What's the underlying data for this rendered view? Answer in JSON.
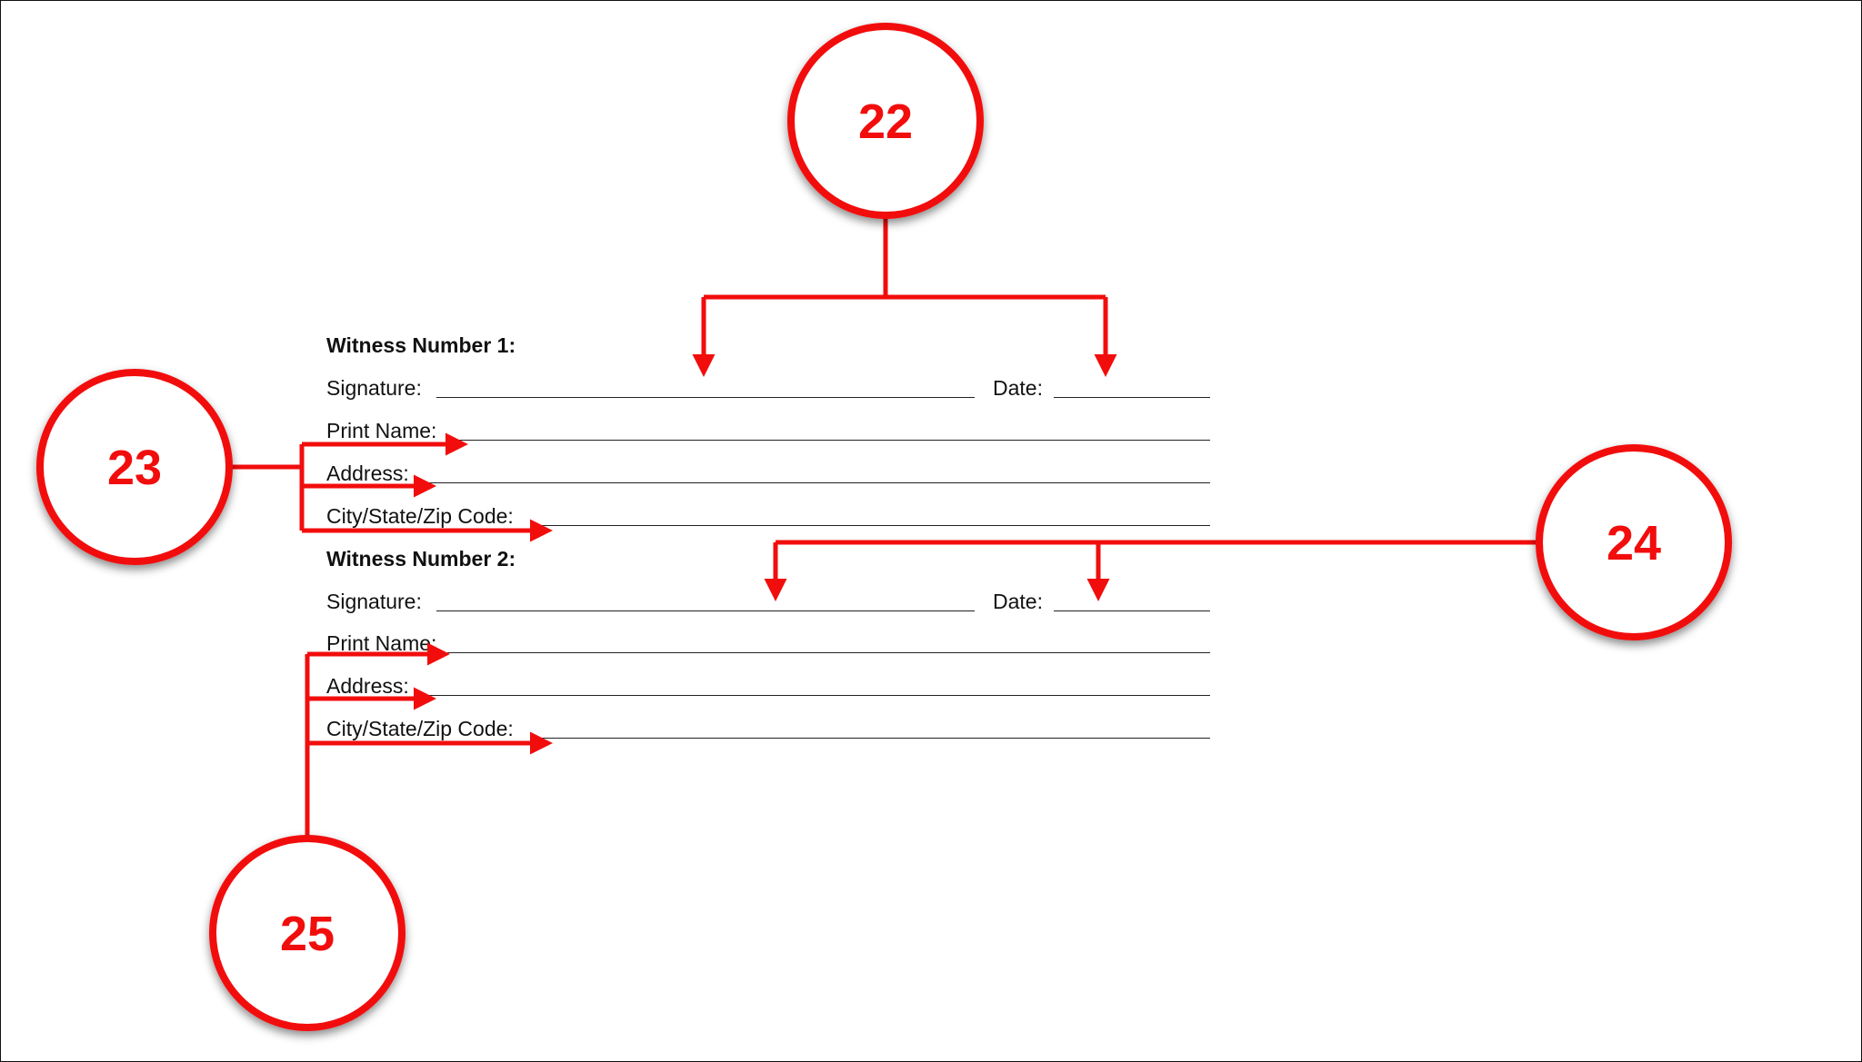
{
  "form": {
    "witness1": {
      "heading": "Witness Number 1:",
      "signature": "Signature:",
      "date": "Date:",
      "print_name": "Print Name:",
      "address": "Address:",
      "city_state_zip": "City/State/Zip Code:"
    },
    "witness2": {
      "heading": "Witness Number 2:",
      "signature": "Signature:",
      "date": "Date:",
      "print_name": "Print Name:",
      "address": "Address:",
      "city_state_zip": "City/State/Zip Code:"
    }
  },
  "callouts": [
    {
      "label": "22"
    },
    {
      "label": "23"
    },
    {
      "label": "24"
    },
    {
      "label": "25"
    }
  ],
  "colors": {
    "accent": "#f20d0d",
    "text": "#111111",
    "rule": "#222222",
    "background": "#ffffff"
  }
}
